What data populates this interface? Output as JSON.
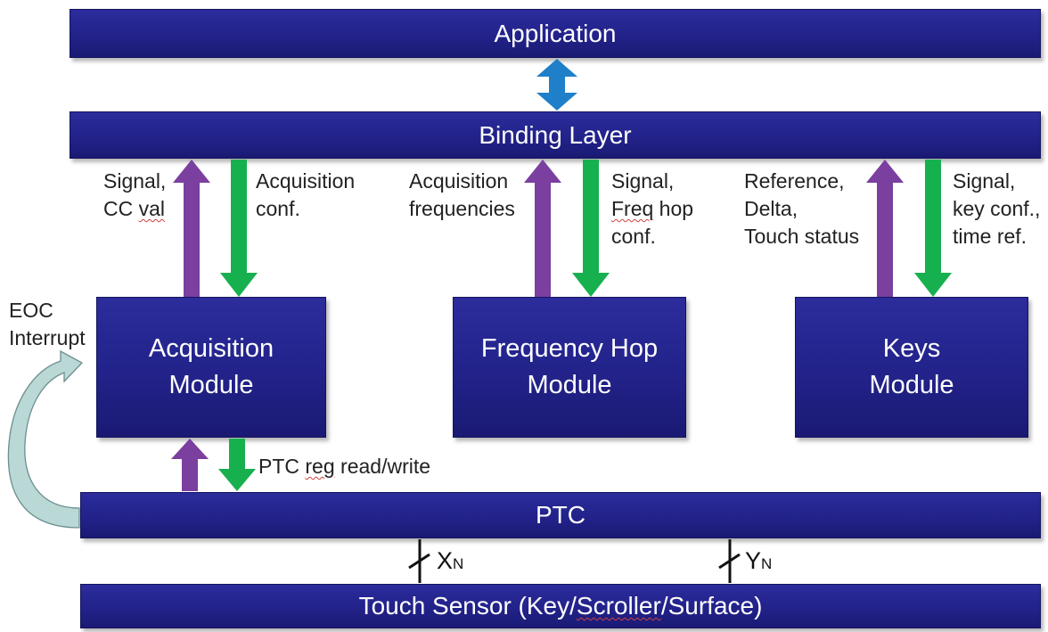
{
  "layers": {
    "application": "Application",
    "binding": "Binding Layer",
    "ptc": "PTC",
    "touch_sensor_prefix": "Touch Sensor (Key/",
    "touch_sensor_scroller": "Scroller",
    "touch_sensor_suffix": "/Surface)"
  },
  "modules": {
    "acquisition": "Acquisition\nModule",
    "frequency_hop": "Frequency Hop\nModule",
    "keys": "Keys\nModule"
  },
  "labels": {
    "acq_up_line1": "Signal,",
    "acq_up_line2_a": "CC ",
    "acq_up_line2_b": "val",
    "acq_down": "Acquisition\nconf.",
    "fh_up": "Acquisition\nfrequencies",
    "fh_down_line1": "Signal,",
    "fh_down_line2_a": "Freq",
    "fh_down_line2_b": " hop",
    "fh_down_line3": "conf.",
    "keys_up": "Reference,\nDelta,\nTouch status",
    "keys_down": "Signal,\nkey conf.,\ntime ref.",
    "eoc": "EOC\nInterrupt",
    "ptc_rw_a": "PTC ",
    "ptc_rw_b": "reg",
    "ptc_rw_c": " read/write",
    "bus_x": "X",
    "bus_x_sub": "N",
    "bus_y": "Y",
    "bus_y_sub": "N"
  },
  "colors": {
    "block_fill": "#22228a",
    "up_arrow": "#7b3fa0",
    "down_arrow": "#17b04f",
    "bidirectional_arrow": "#1f7fc9",
    "interrupt_arrow": "#b9d8d6"
  }
}
